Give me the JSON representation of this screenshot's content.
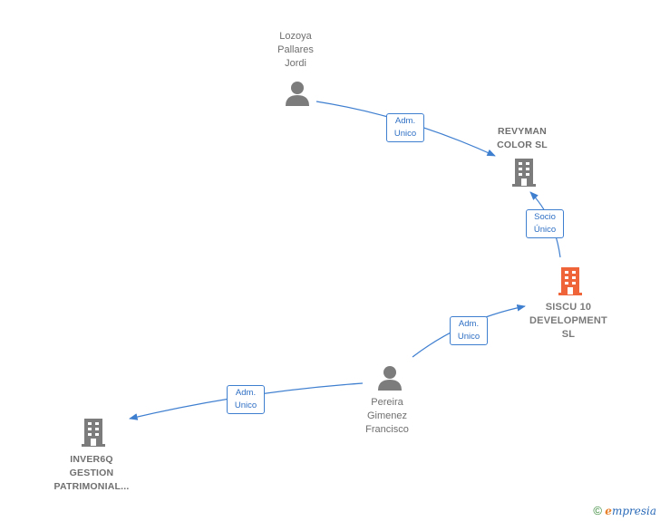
{
  "colors": {
    "edge": "#3f7fd0",
    "person": "#7c7c7c",
    "company": "#7c7c7c",
    "focus": "#f0643a"
  },
  "nodes": {
    "lozoya": {
      "lines": [
        "Lozoya",
        "Pallares",
        "Jordi"
      ]
    },
    "revyman": {
      "lines": [
        "REVYMAN",
        "COLOR  SL"
      ]
    },
    "siscu": {
      "lines": [
        "SISCU 10",
        "DEVELOPMENT",
        "SL"
      ]
    },
    "pereira": {
      "lines": [
        "Pereira",
        "Gimenez",
        "Francisco"
      ]
    },
    "inver6q": {
      "lines": [
        "INVER6Q",
        "GESTION",
        "PATRIMONIAL..."
      ]
    }
  },
  "edges": {
    "lozoya_revyman": {
      "lines": [
        "Adm.",
        "Unico"
      ]
    },
    "siscu_revyman": {
      "lines": [
        "Socio",
        "Único"
      ]
    },
    "pereira_siscu": {
      "lines": [
        "Adm.",
        "Unico"
      ]
    },
    "pereira_inver6q": {
      "lines": [
        "Adm.",
        "Unico"
      ]
    }
  },
  "brand": {
    "copyright": "©",
    "e": "e",
    "rest": "mpresia"
  }
}
